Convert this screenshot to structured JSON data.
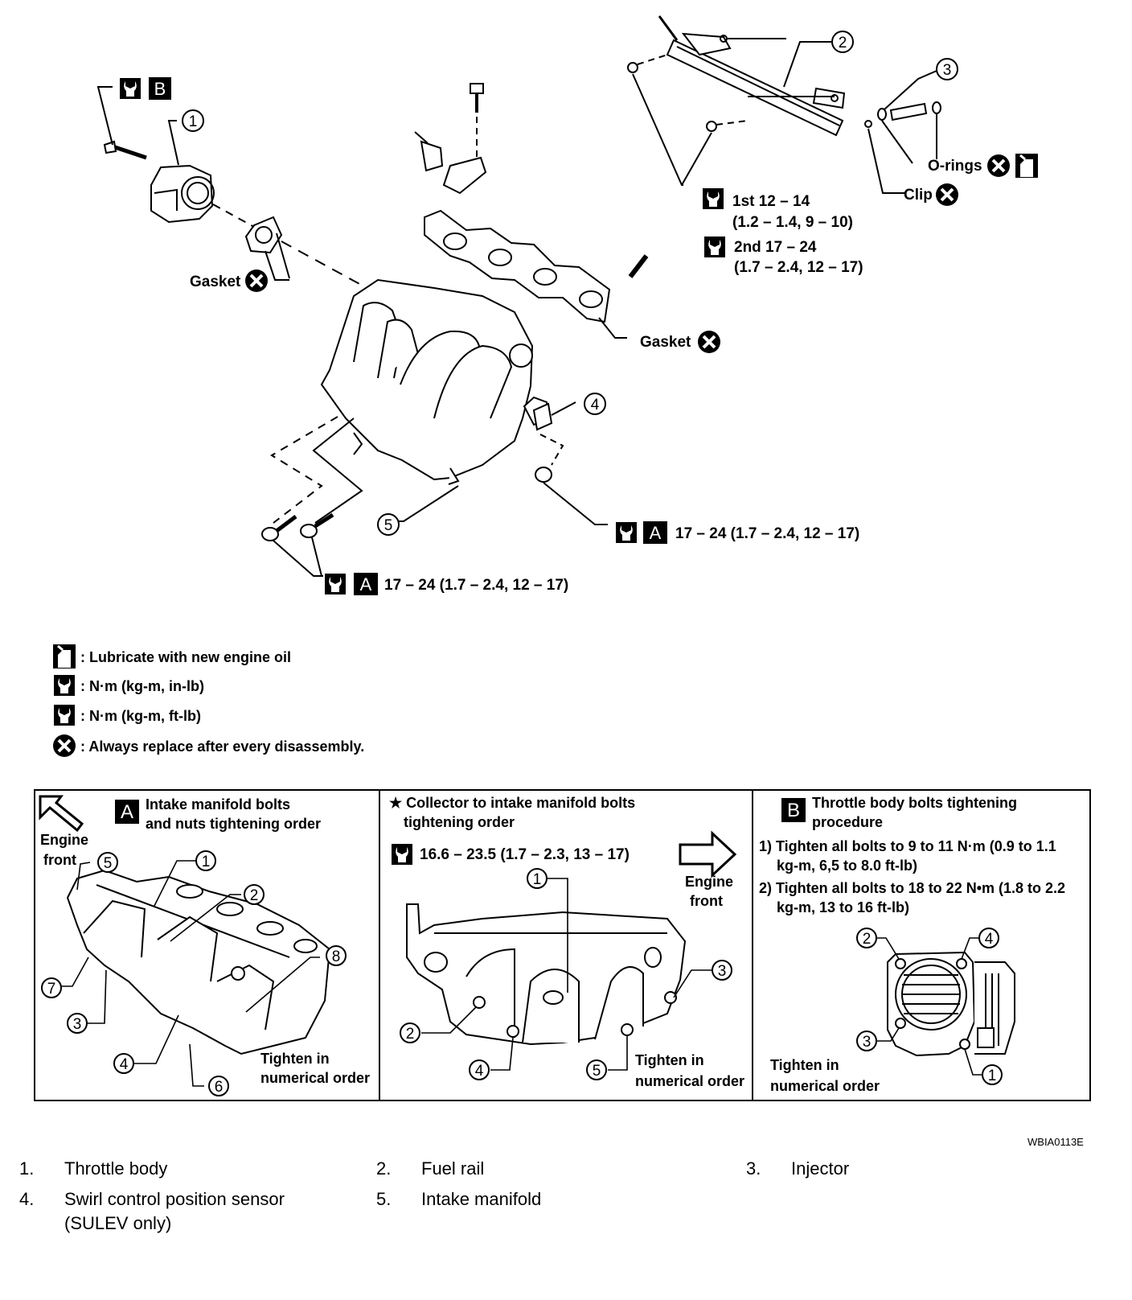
{
  "diagram": {
    "callouts": {
      "c1": "1",
      "c2": "2",
      "c3": "3",
      "c4": "4",
      "c5": "5"
    },
    "labels": {
      "o_rings": "O-rings",
      "clip": "Clip",
      "gasket_left": "Gasket",
      "gasket_right": "Gasket",
      "torque_1st_a": "1st 12 – 14",
      "torque_1st_b": "(1.2 – 1.4, 9 – 10)",
      "torque_2nd_a": "2nd 17 – 24",
      "torque_2nd_b": "(1.7 – 2.4, 12 – 17)",
      "torque_nut": "17 – 24 (1.7 – 2.4, 12 – 17)",
      "torque_bolts": "17 – 24 (1.7 – 2.4, 12 – 17)",
      "letter_a": "A",
      "letter_b": "B"
    },
    "symbol_legend": [
      ": Lubricate with new engine oil",
      ": N·m (kg-m, in-lb)",
      ": N·m (kg-m, ft-lb)",
      ": Always replace after every disassembly."
    ],
    "panel_a": {
      "letter": "A",
      "title_1": "Intake manifold bolts",
      "title_2": "and nuts tightening order",
      "engine_1": "Engine",
      "engine_2": "front",
      "nums": [
        "1",
        "2",
        "3",
        "4",
        "5",
        "6",
        "7",
        "8"
      ],
      "tighten_1": "Tighten in",
      "tighten_2": "numerical order"
    },
    "panel_center": {
      "star_title_1": "★ Collector to intake manifold bolts",
      "star_title_2": "tightening order",
      "torque": "16.6 – 23.5 (1.7 – 2.3, 13 – 17)",
      "engine_1": "Engine",
      "engine_2": "front",
      "nums": [
        "1",
        "2",
        "3",
        "4",
        "5"
      ],
      "tighten_1": "Tighten in",
      "tighten_2": "numerical order"
    },
    "panel_b": {
      "letter": "B",
      "title_1": "Throttle body bolts tightening",
      "title_2": "procedure",
      "step1_a": "1) Tighten all bolts to 9 to 11 N·m (0.9 to 1.1",
      "step1_b": "kg-m, 6,5 to 8.0 ft-lb)",
      "step2_a": "2) Tighten all bolts to 18 to 22 N•m (1.8 to 2.2",
      "step2_b": "kg-m, 13 to 16 ft-lb)",
      "nums": [
        "1",
        "2",
        "3",
        "4"
      ],
      "tighten_1": "Tighten in",
      "tighten_2": "numerical order"
    },
    "code": "WBIA0113E"
  },
  "parts": [
    {
      "n": "1.",
      "t": "Throttle body"
    },
    {
      "n": "2.",
      "t": "Fuel rail"
    },
    {
      "n": "3.",
      "t": "Injector"
    },
    {
      "n": "4.",
      "t": "Swirl control position sensor (SULEV only)"
    },
    {
      "n": "5.",
      "t": "Intake manifold"
    }
  ]
}
